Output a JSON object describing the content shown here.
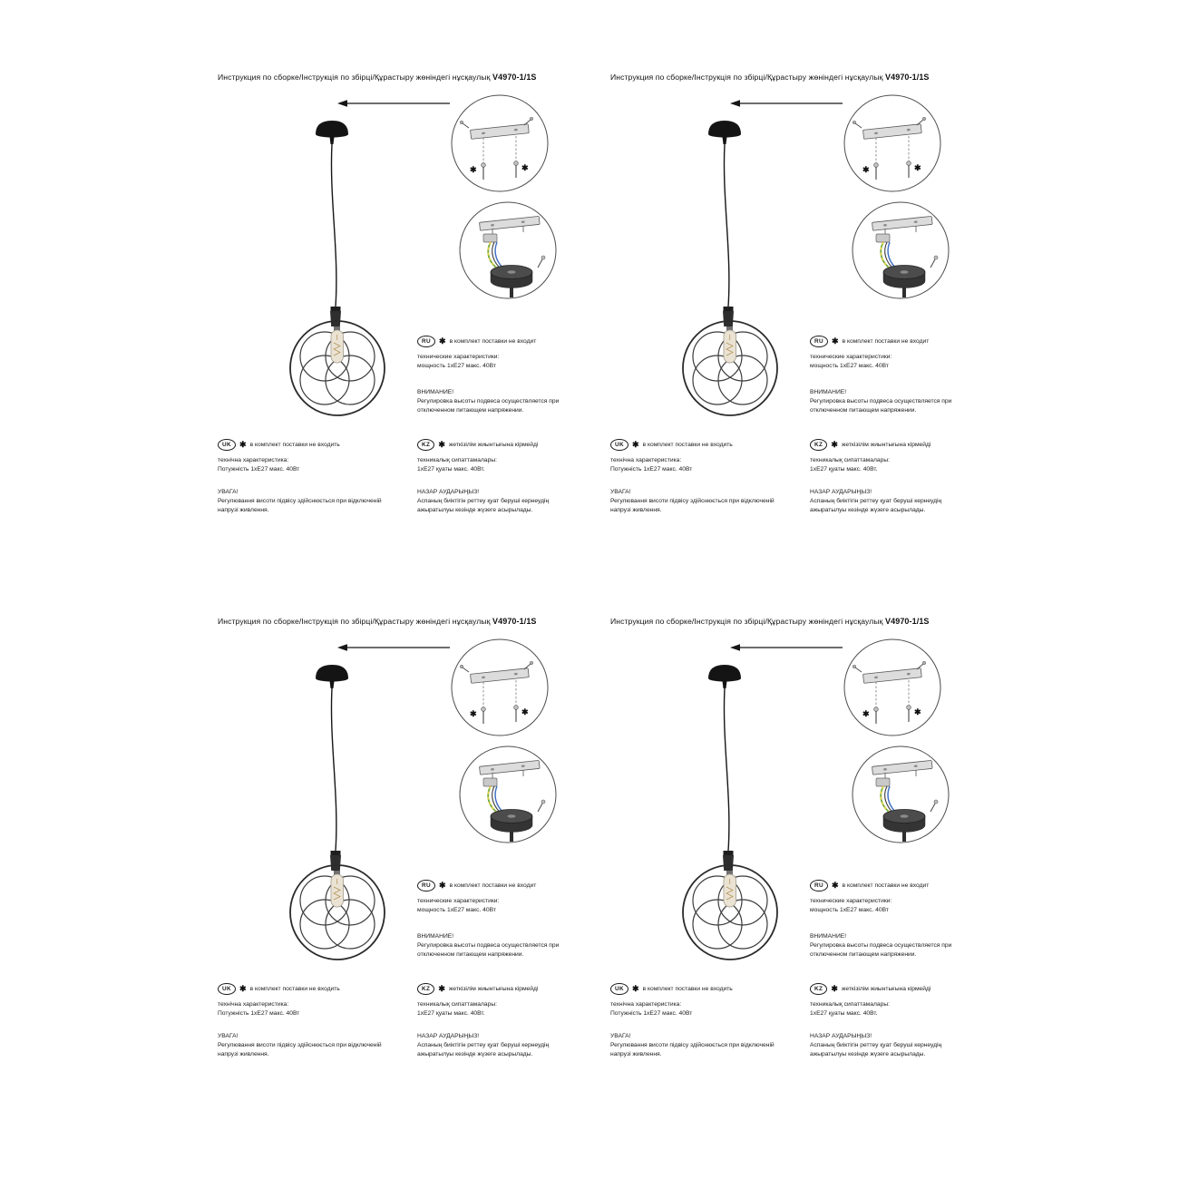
{
  "page": {
    "background": "#ffffff"
  },
  "colors": {
    "ink": "#1c1c1c",
    "drawing_stroke": "#2b2b2b",
    "metal": "#dcdcdc",
    "wire_green": "#6aaa3f",
    "wire_yellow": "#e3cf3f",
    "wire_blue": "#4472c4"
  },
  "panel": {
    "title": "Инструкция по сборке/Інструкція по збірці/Құрастыру жөніндегі нұсқаулық",
    "model": "V4970-1/1S",
    "star": "✱",
    "icons": {
      "arrow": "assembly-arrow-icon",
      "mounting_detail": "mounting-bracket-detail-circle",
      "wiring_detail": "wiring-detail-circle",
      "not_included_mark": "asterisk-icon"
    },
    "ru": {
      "badge": "RU",
      "not_included": "в комплект поставки не входит",
      "specs_label": "технические характеристики:",
      "specs_value": "мощность 1хЕ27 макс. 40Вт",
      "warning_title": "ВНИМАНИЕ!",
      "warning_text": "Регулировка высоты подвеса осуществляется при отключенном питающем напряжении."
    },
    "uk": {
      "badge": "UK",
      "not_included": "в комплект поставки не входить",
      "specs_label": "технічна характеристика:",
      "specs_value": "Потужність 1хЕ27 макс. 40Вт",
      "warning_title": "УВАГА!",
      "warning_text": "Регулювання висоти підвісу здійснюється при відключеній напрузі живлення."
    },
    "kz": {
      "badge": "KZ",
      "not_included": "жеткізілім жиынтығына кірмейді",
      "specs_label": "техникалық сипаттамалары:",
      "specs_value": "1хЕ27 қуаты макс. 40Вт.",
      "warning_title": "НАЗАР АУДАРЫҢЫЗ!",
      "warning_text": "Аспаның биіктігін реттеу қуат беруші кернеудің ажыратылуы кезінде жүзеге асырылады."
    }
  }
}
